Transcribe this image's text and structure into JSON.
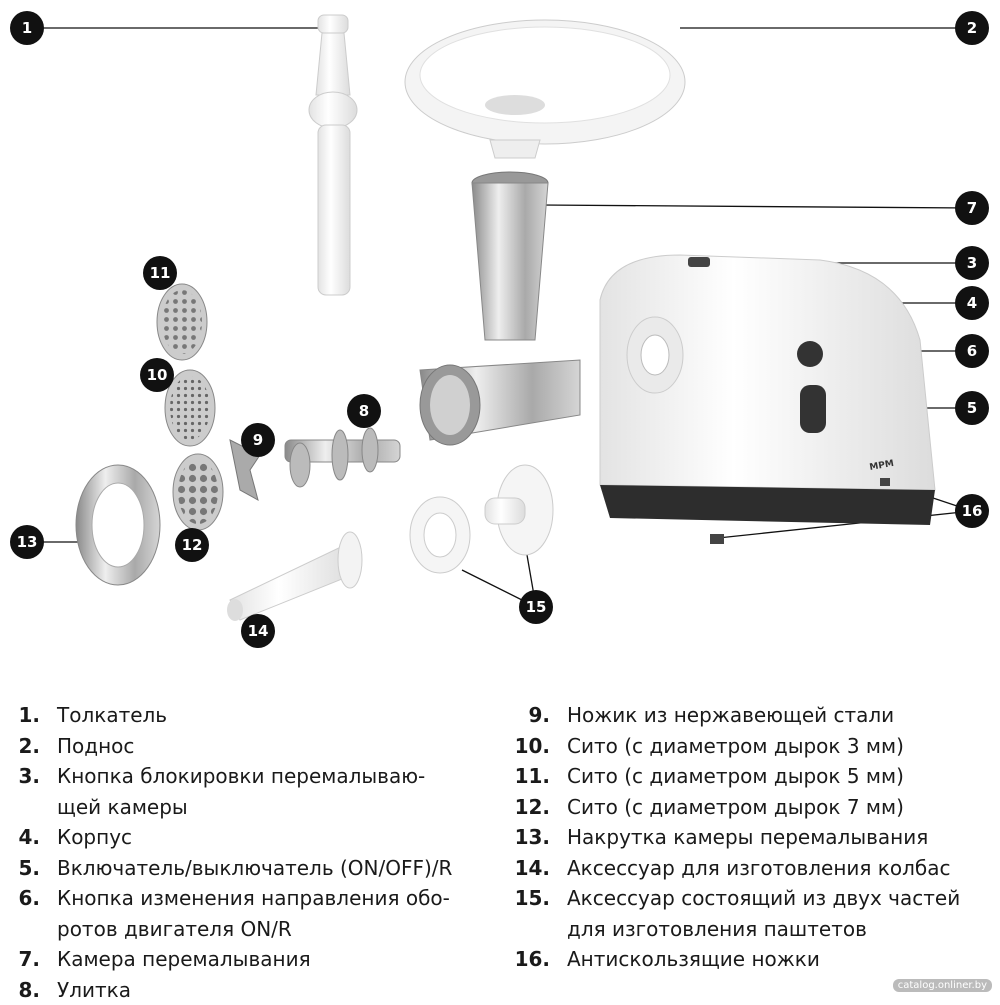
{
  "callouts": [
    "1",
    "2",
    "3",
    "4",
    "5",
    "6",
    "7",
    "8",
    "9",
    "10",
    "11",
    "12",
    "13",
    "14",
    "15",
    "16"
  ],
  "brand_label": "MPM",
  "legend": [
    {
      "num": "1.",
      "lines": [
        "Толкатель"
      ]
    },
    {
      "num": "2.",
      "lines": [
        "Поднос"
      ]
    },
    {
      "num": "3.",
      "lines": [
        "Кнопка блокировки перемалываю-",
        "щей камеры"
      ]
    },
    {
      "num": "4.",
      "lines": [
        "Корпус"
      ]
    },
    {
      "num": "5.",
      "lines": [
        "Включатель/выключатель (ON/OFF)/R"
      ]
    },
    {
      "num": "6.",
      "lines": [
        "Кнопка изменения направления обо-",
        "ротов двигателя ON/R"
      ]
    },
    {
      "num": "7.",
      "lines": [
        "Камера перемалывания"
      ]
    },
    {
      "num": "8.",
      "lines": [
        "Улитка"
      ]
    },
    {
      "num": "9.",
      "lines": [
        "Ножик из нержавеющей стали"
      ]
    },
    {
      "num": "10.",
      "lines": [
        "Сито (с диаметром дырок 3 мм)"
      ]
    },
    {
      "num": "11.",
      "lines": [
        "Сито (с диаметром дырок 5 мм)"
      ]
    },
    {
      "num": "12.",
      "lines": [
        "Сито (с диаметром дырок 7 мм)"
      ]
    },
    {
      "num": "13.",
      "lines": [
        "Накрутка камеры перемалывания"
      ]
    },
    {
      "num": "14.",
      "lines": [
        "Аксессуар для изготовления колбас"
      ]
    },
    {
      "num": "15.",
      "lines": [
        "Аксессуар состоящий из двух частей",
        "для изготовления паштетов"
      ]
    },
    {
      "num": "16.",
      "lines": [
        "Антискользящие ножки"
      ]
    }
  ],
  "watermark": "catalog.onliner.by",
  "colors": {
    "callout": "#111111",
    "body": "#ffffff",
    "metal": "#b8b8b8",
    "base": "#333333"
  }
}
